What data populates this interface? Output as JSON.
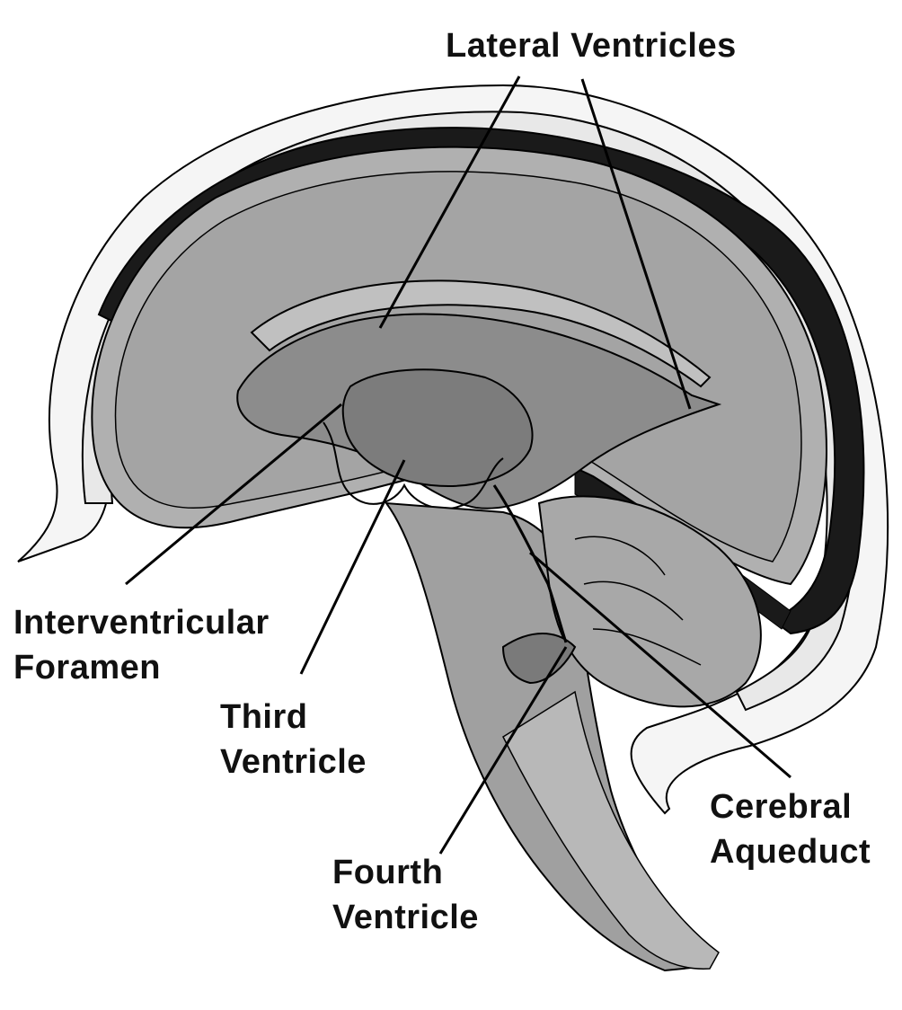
{
  "diagram": {
    "labels": {
      "lateral_ventricles": "Lateral Ventricles",
      "interventricular_foramen": [
        "Interventricular",
        "Foramen"
      ],
      "third_ventricle": [
        "Third",
        "Ventricle"
      ],
      "fourth_ventricle": [
        "Fourth",
        "Ventricle"
      ],
      "cerebral_aqueduct": [
        "Cerebral",
        "Aqueduct"
      ]
    },
    "colors": {
      "background": "#ffffff",
      "dark_band": "#1a1a1a",
      "brain_tissue": "#a8a8a8",
      "ventricles": "#8c8c8c",
      "scalp": "#f4f4f4",
      "lines": "#000000"
    }
  }
}
